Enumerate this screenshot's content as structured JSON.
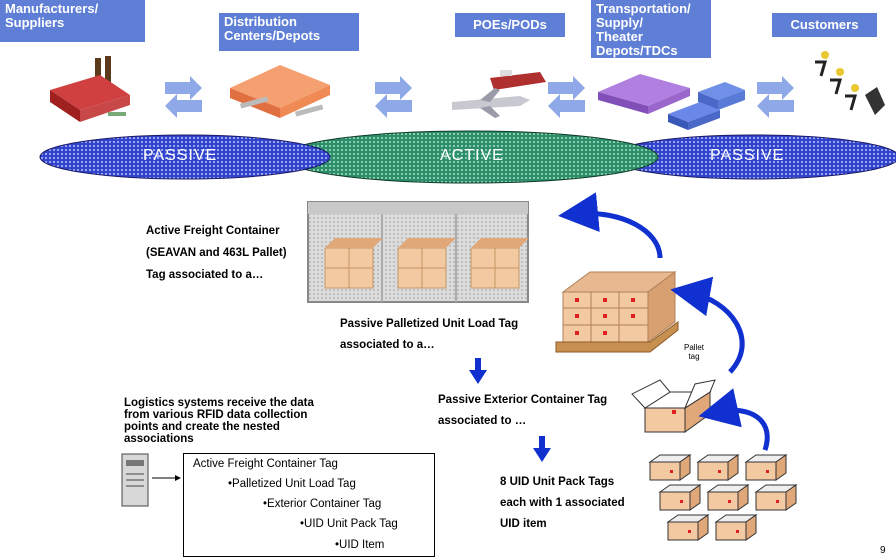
{
  "stages": [
    {
      "label": "Manufacturers/\nSuppliers"
    },
    {
      "label": "Distribution\nCenters/Depots"
    },
    {
      "label": "POEs/PODs"
    },
    {
      "label": "Transportation/\nSupply/\nTheater\nDepots/TDCs"
    },
    {
      "label": "Customers"
    }
  ],
  "phases": [
    "PASSIVE",
    "ACTIVE",
    "PASSIVE"
  ],
  "labels": {
    "active_container": "Active Freight Container\n(SEAVAN and 463L Pallet)\nTag associated to a…",
    "palletized": "Passive Palletized Unit Load Tag\nassociated to a…",
    "exterior": "Passive Exterior Container Tag\nassociated to …",
    "unit_pack": "8 UID Unit Pack Tags\neach with 1 associated\nUID item",
    "logistics": "Logistics systems receive the data\nfrom various RFID data collection\npoints and create the nested\nassociations",
    "pallet_tag": "Pallet\ntag"
  },
  "tree": [
    "Active Freight Container Tag",
    "•Palletized Unit Load Tag",
    "•Exterior Container Tag",
    "•UID Unit Pack Tag",
    "•UID Item"
  ],
  "page_number": "9",
  "colors": {
    "stage_bg": "#5f7fd6",
    "arrow_blue": "#8fa8e8",
    "curve_blue": "#1030d0",
    "passive": "#3344cc",
    "active": "#2c8f6a"
  }
}
